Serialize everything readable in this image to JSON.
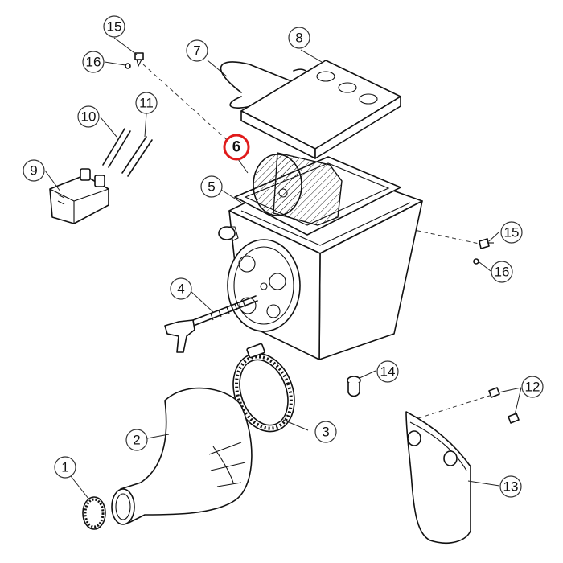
{
  "diagram": {
    "highlighted_callout": "6",
    "accent_color": "#e01b1b",
    "callouts": [
      {
        "id": "c1",
        "label": "1"
      },
      {
        "id": "c2",
        "label": "2"
      },
      {
        "id": "c3",
        "label": "3"
      },
      {
        "id": "c4",
        "label": "4"
      },
      {
        "id": "c5",
        "label": "5"
      },
      {
        "id": "c6",
        "label": "6"
      },
      {
        "id": "c7",
        "label": "7"
      },
      {
        "id": "c8",
        "label": "8"
      },
      {
        "id": "c9",
        "label": "9"
      },
      {
        "id": "c10",
        "label": "10"
      },
      {
        "id": "c11",
        "label": "11"
      },
      {
        "id": "c12",
        "label": "12"
      },
      {
        "id": "c13",
        "label": "13"
      },
      {
        "id": "c14",
        "label": "14"
      },
      {
        "id": "c15a",
        "label": "15"
      },
      {
        "id": "c15b",
        "label": "15"
      },
      {
        "id": "c16a",
        "label": "16"
      },
      {
        "id": "c16b",
        "label": "16"
      }
    ]
  }
}
